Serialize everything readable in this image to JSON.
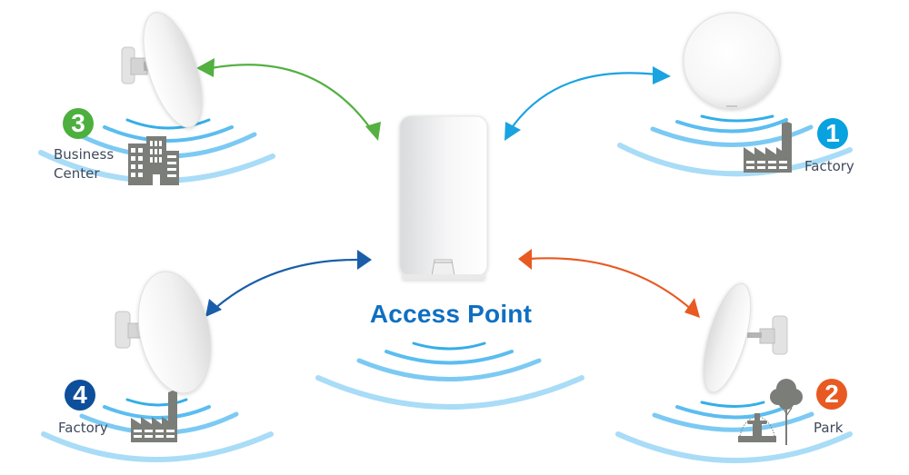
{
  "diagram": {
    "title": "Point-to-multipoint wireless network",
    "center": {
      "label": "Access Point",
      "icon": "access-point-device-icon"
    },
    "nodes": [
      {
        "number": "1",
        "label_lines": [
          "Factory"
        ],
        "badge_color": "#09a2e0",
        "arrow_color": "#1aa3e1",
        "device": "round-cpe-front",
        "site_icon": "factory-icon"
      },
      {
        "number": "2",
        "label_lines": [
          "Park"
        ],
        "badge_color": "#e85a22",
        "arrow_color": "#e85a22",
        "device": "dish-cpe-right",
        "site_icon": "park-icon"
      },
      {
        "number": "3",
        "label_lines": [
          "Business",
          "Center"
        ],
        "badge_color": "#4caf3e",
        "arrow_color": "#53b041",
        "device": "dish-cpe-left",
        "site_icon": "building-icon"
      },
      {
        "number": "4",
        "label_lines": [
          "Factory"
        ],
        "badge_color": "#0d4f9a",
        "arrow_color": "#1a5ea9",
        "device": "dish-cpe-left",
        "site_icon": "factory-icon"
      }
    ],
    "colors": {
      "wave_dark": "#34aee8",
      "wave_mid": "#5bbdf0",
      "wave_light": "#a9dcf7",
      "icon_gray": "#7b7d78",
      "label_text": "#3f4a5c",
      "title_blue": "#0f6fc2"
    }
  }
}
